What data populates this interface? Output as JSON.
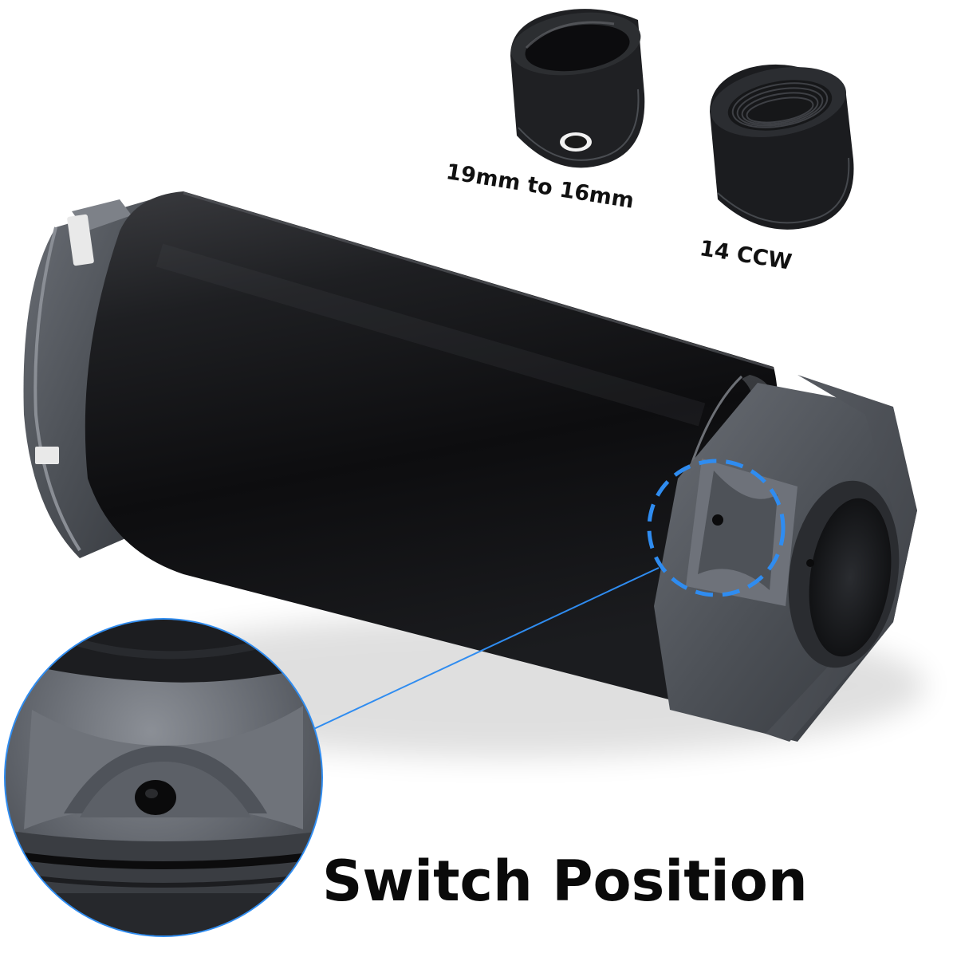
{
  "labels": {
    "adapter": "19mm to 16mm",
    "thread": "14 CCW",
    "title": "Switch Position"
  },
  "colors": {
    "highlight": "#2f8cf0",
    "body": "#151517",
    "metal": "#5c6067",
    "background": "#ffffff"
  }
}
